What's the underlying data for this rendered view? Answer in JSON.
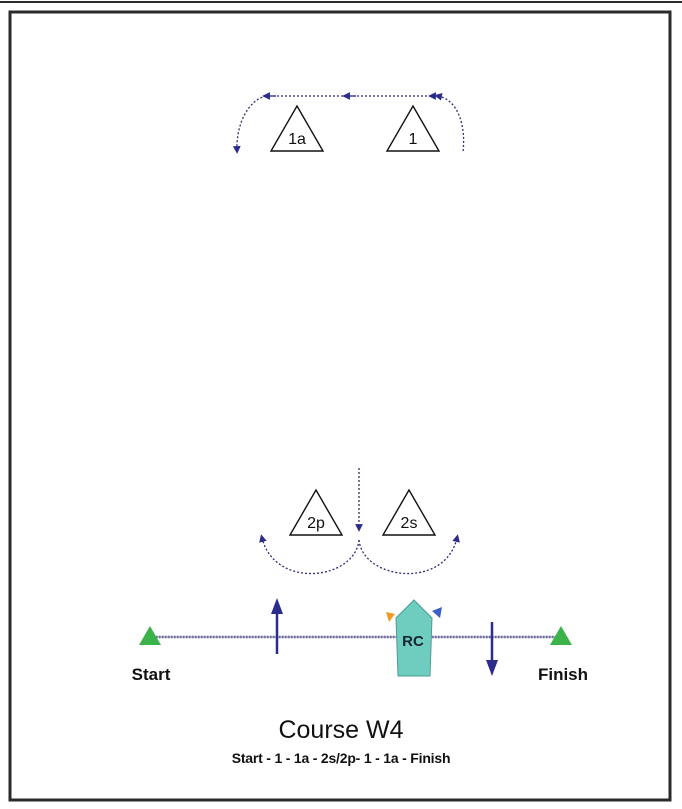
{
  "colors": {
    "border": "#2b2b2b",
    "route_line": "#2e2e7a",
    "line_dots": "#9a9ab8",
    "arrow": "#2c2c8c",
    "start_finish_flag": "#3cb34a",
    "rc_boat": "#6fcdbf",
    "rc_flag_port": "#f39a1f",
    "rc_flag_starboard": "#3b5fc9"
  },
  "marks": {
    "mark_1a": "1a",
    "mark_1": "1",
    "mark_2p": "2p",
    "mark_2s": "2s"
  },
  "line": {
    "start_label": "Start",
    "finish_label": "Finish",
    "committee_boat_label": "RC"
  },
  "icons": {
    "start_flag": "green-triangle-icon",
    "finish_flag": "green-triangle-icon",
    "upwind_arrow": "arrow-up-icon",
    "downwind_arrow": "arrow-down-icon"
  },
  "course": {
    "title": "Course W4",
    "sequence": "Start - 1 - 1a - 2s/2p- 1 - 1a  - Finish"
  }
}
